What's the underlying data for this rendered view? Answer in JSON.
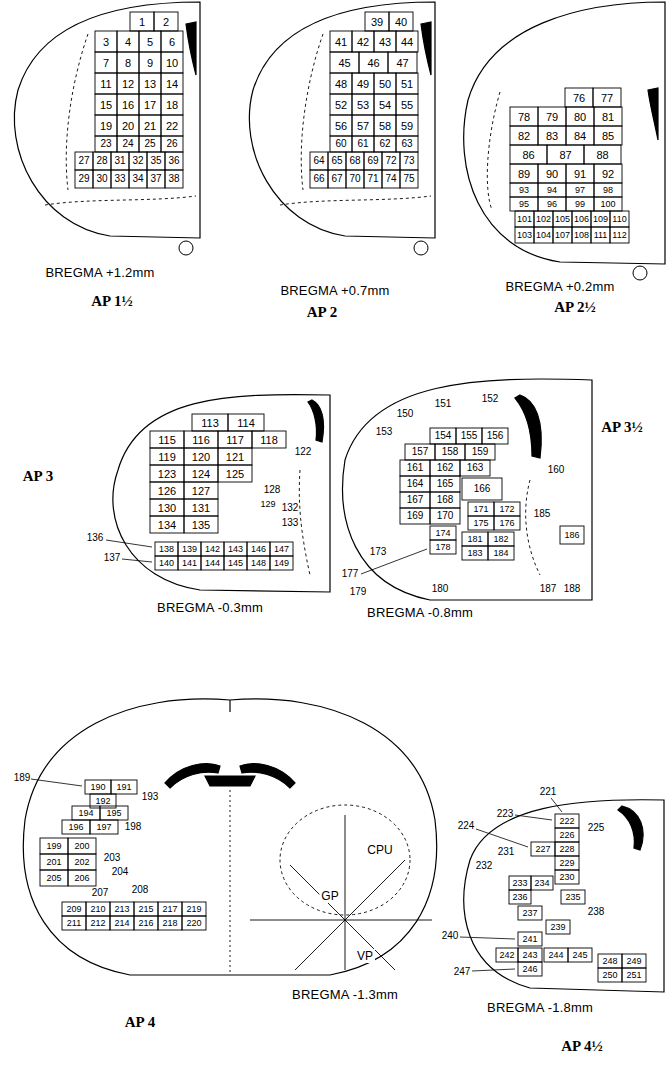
{
  "diagram": {
    "labels": [
      "1",
      "2",
      "3",
      "4",
      "5",
      "6",
      "7",
      "8",
      "9",
      "10",
      "11",
      "12",
      "13",
      "14",
      "15",
      "16",
      "17",
      "18",
      "19",
      "20",
      "21",
      "22",
      "23",
      "24",
      "25",
      "26",
      "27",
      "28",
      "29",
      "30",
      "31",
      "32",
      "33",
      "34",
      "35",
      "36",
      "37",
      "38",
      "BREGMA +1.2mm",
      "AP 1½",
      "39",
      "40",
      "41",
      "42",
      "43",
      "44",
      "45",
      "46",
      "47",
      "48",
      "49",
      "50",
      "51",
      "52",
      "53",
      "54",
      "55",
      "56",
      "57",
      "58",
      "59",
      "60",
      "61",
      "62",
      "63",
      "64",
      "65",
      "66",
      "67",
      "68",
      "69",
      "70",
      "71",
      "72",
      "73",
      "74",
      "75",
      "BREGMA +0.7mm",
      "AP 2",
      "76",
      "77",
      "78",
      "79",
      "80",
      "81",
      "82",
      "83",
      "84",
      "85",
      "86",
      "87",
      "88",
      "89",
      "90",
      "91",
      "92",
      "93",
      "94",
      "95",
      "96",
      "97",
      "98",
      "99",
      "100",
      "101",
      "102",
      "103",
      "104",
      "105",
      "106",
      "107",
      "108",
      "109",
      "110",
      "111",
      "112",
      "BREGMA +0.2mm",
      "AP 2½",
      "AP 3",
      "113",
      "114",
      "115",
      "116",
      "117",
      "118",
      "119",
      "120",
      "121",
      "122",
      "123",
      "124",
      "125",
      "126",
      "127",
      "128",
      "129",
      "130",
      "131",
      "132",
      "133",
      "134",
      "135",
      "136",
      "137",
      "138",
      "139",
      "140",
      "141",
      "142",
      "143",
      "144",
      "145",
      "146",
      "147",
      "148",
      "149",
      "BREGMA -0.3mm",
      "150",
      "151",
      "152",
      "153",
      "154",
      "155",
      "156",
      "157",
      "158",
      "159",
      "160",
      "161",
      "162",
      "163",
      "164",
      "165",
      "166",
      "167",
      "168",
      "169",
      "170",
      "171",
      "172",
      "173",
      "174",
      "175",
      "176",
      "177",
      "178",
      "179",
      "180",
      "181",
      "182",
      "183",
      "184",
      "185",
      "186",
      "187",
      "188",
      "AP 3½",
      "BREGMA -0.8mm",
      "189",
      "190",
      "191",
      "192",
      "193",
      "194",
      "195",
      "196",
      "197",
      "198",
      "199",
      "200",
      "201",
      "202",
      "203",
      "204",
      "205",
      "206",
      "207",
      "208",
      "209",
      "210",
      "211",
      "212",
      "213",
      "214",
      "215",
      "216",
      "217",
      "218",
      "219",
      "220",
      "CPU",
      "GP",
      "VP",
      "BREGMA -1.3mm",
      "AP 4",
      "221",
      "222",
      "223",
      "224",
      "225",
      "226",
      "227",
      "228",
      "229",
      "230",
      "231",
      "232",
      "233",
      "234",
      "235",
      "236",
      "237",
      "238",
      "239",
      "240",
      "241",
      "242",
      "243",
      "244",
      "245",
      "246",
      "247",
      "248",
      "249",
      "250",
      "251",
      "BREGMA -1.8mm",
      "AP 4½"
    ]
  }
}
